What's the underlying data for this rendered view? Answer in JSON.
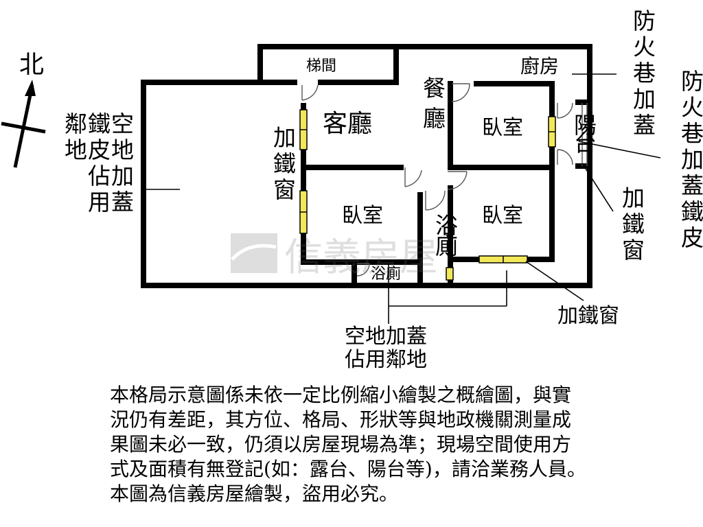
{
  "compass": {
    "north_label": "北"
  },
  "rooms": {
    "stair": "梯間",
    "living": "客廳",
    "dining": "餐廳",
    "kitchen": "廚房",
    "bedroom_ne": "臥室",
    "bedroom_w": "臥室",
    "bedroom_se": "臥室",
    "balcony": "陽台",
    "bath_center": "浴廁",
    "bath_south": "浴廁"
  },
  "annotations": {
    "fire_lane_cover": "防火巷加蓋",
    "fire_lane_cover_iron": "防火巷加蓋鐵皮",
    "iron_window_left": "加鐵窗",
    "iron_window_right": "加鐵窗",
    "iron_window_bottom": "加鐵窗",
    "vacant_land_west": "空地加蓋鐵皮佔用鄰地",
    "vacant_land_south_line1": "空地加蓋",
    "vacant_land_south_line2": "佔用鄰地"
  },
  "watermark": {
    "brand": "信義房屋"
  },
  "disclaimer": [
    "本格局示意圖係未依一定比例縮小繪製之概繪圖，與實",
    "況仍有差距，其方位、格局、形狀等與地政機關測量成",
    "果圖未必一致，仍須以房屋現場為準；現場空間使用方",
    "式及面積有無登記(如：露台、陽台等)，請洽業務人員。",
    "本圖為信義房屋繪製，盜用必究。"
  ]
}
